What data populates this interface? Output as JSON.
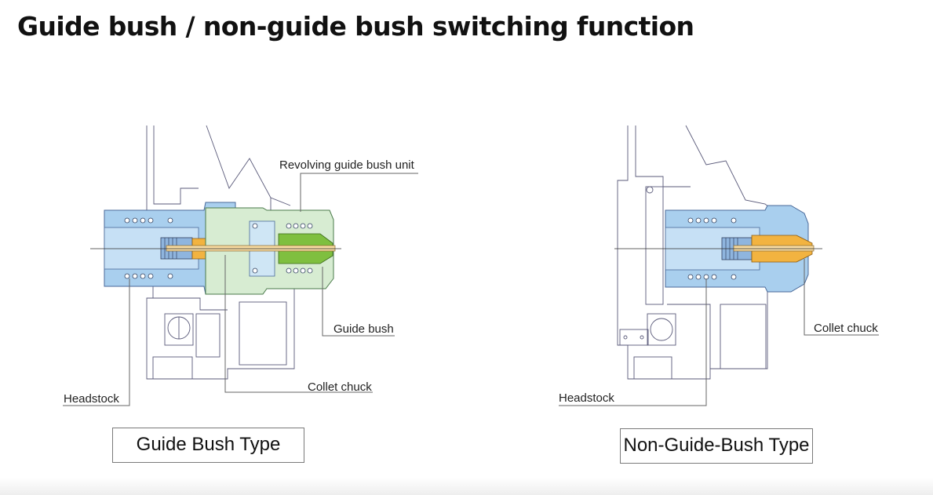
{
  "title": "Guide bush / non-guide bush switching function",
  "left_diagram": {
    "labels": {
      "revolving_unit": "Revolving guide bush unit",
      "guide_bush": "Guide bush",
      "collet_chuck": "Collet chuck",
      "headstock": "Headstock"
    },
    "type_label": "Guide Bush Type"
  },
  "right_diagram": {
    "labels": {
      "collet_chuck": "Collet chuck",
      "headstock": "Headstock"
    },
    "type_label": "Non-Guide-Bush Type"
  },
  "colors": {
    "headstock_blue": "#a9cfee",
    "collet_orange": "#f2b340",
    "guide_bush_green": "#7fbf3f",
    "revolving_unit_green": "#d7ecd2",
    "line": "#5a5a7a"
  }
}
